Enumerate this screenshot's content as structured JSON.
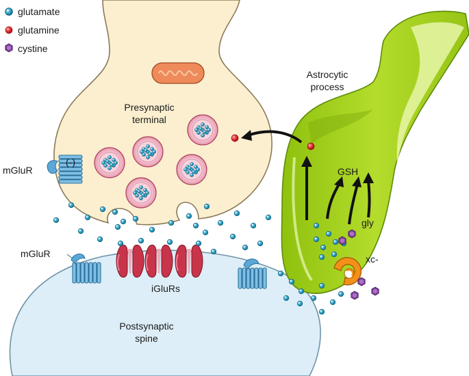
{
  "legend": {
    "items": [
      {
        "label": "glutamate",
        "icon": "glutamate-dot-icon"
      },
      {
        "label": "glutamine",
        "icon": "glutamine-dot-icon"
      },
      {
        "label": "cystine",
        "icon": "cystine-hexagon-icon"
      }
    ]
  },
  "labels": {
    "presynaptic_line1": "Presynaptic",
    "presynaptic_line2": "terminal",
    "astrocytic_line1": "Astrocytic",
    "astrocytic_line2": "process",
    "gsh": "GSH",
    "gly": "gly",
    "xc": "xc-",
    "mglur_top": "mGluR",
    "mglur_bottom": "mGluR",
    "negative": "(-)",
    "iglurs": "iGluRs",
    "postsynaptic_line1": "Postsynaptic",
    "postsynaptic_line2": "spine"
  },
  "colors": {
    "glutamate": "#2a9bbf",
    "glutamine": "#e0262b",
    "cystine": "#7d3f98",
    "presynaptic_fill": "#fbefd0",
    "postsynaptic_fill": "#ddeef8",
    "astrocyte_fill": "#a6d317",
    "iglur": "#c8344a",
    "mglur": "#5aa8d8",
    "xc_transporter": "#f39019",
    "mitochondrion": "#ef8a5a"
  }
}
